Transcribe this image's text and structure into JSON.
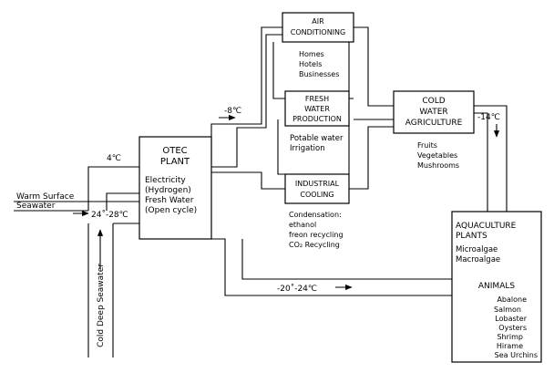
{
  "nodes": {
    "otec": {
      "title": [
        "OTEC",
        "PLANT"
      ],
      "body": [
        "Electricity",
        "(Hydrogen)",
        "Fresh Water",
        "(Open cycle)"
      ]
    },
    "air": {
      "title": [
        "AIR",
        "CONDITIONING"
      ],
      "notes": [
        "Homes",
        "Hotels",
        "Businesses"
      ]
    },
    "fresh": {
      "title": [
        "FRESH",
        "WATER",
        "PRODUCTION"
      ],
      "notes": [
        "Potable water",
        "Irrigation"
      ]
    },
    "industrial": {
      "title": [
        "INDUSTRIAL",
        "COOLING"
      ],
      "notes": [
        "Condensation:",
        "ethanol",
        "freon recycling",
        "CO₂ Recycling"
      ]
    },
    "cold": {
      "title": [
        "COLD",
        "WATER",
        "AGRICULTURE"
      ],
      "notes": [
        "Fruits",
        "Vegetables",
        "Mushrooms"
      ]
    },
    "aqua": {
      "title": [
        "AQUACULTURE",
        "PLANTS"
      ],
      "plants": [
        "Microalgae",
        "Macroalgae"
      ],
      "animals_title": "ANIMALS",
      "animals": [
        "Abalone",
        "Salmon",
        "Lobaster",
        "Oysters",
        "Shrimp",
        "Hirame",
        "Sea Urchins"
      ]
    }
  },
  "labels": {
    "warm_surface": [
      "Warm Surface",
      "Seawater"
    ],
    "cold_deep": "Cold Deep Seawater",
    "temp_warm": "24˚-28℃",
    "temp_4": "4℃",
    "temp_8": "-8℃",
    "temp_14": "-14℃",
    "temp_20": "-20˚-24℃"
  }
}
